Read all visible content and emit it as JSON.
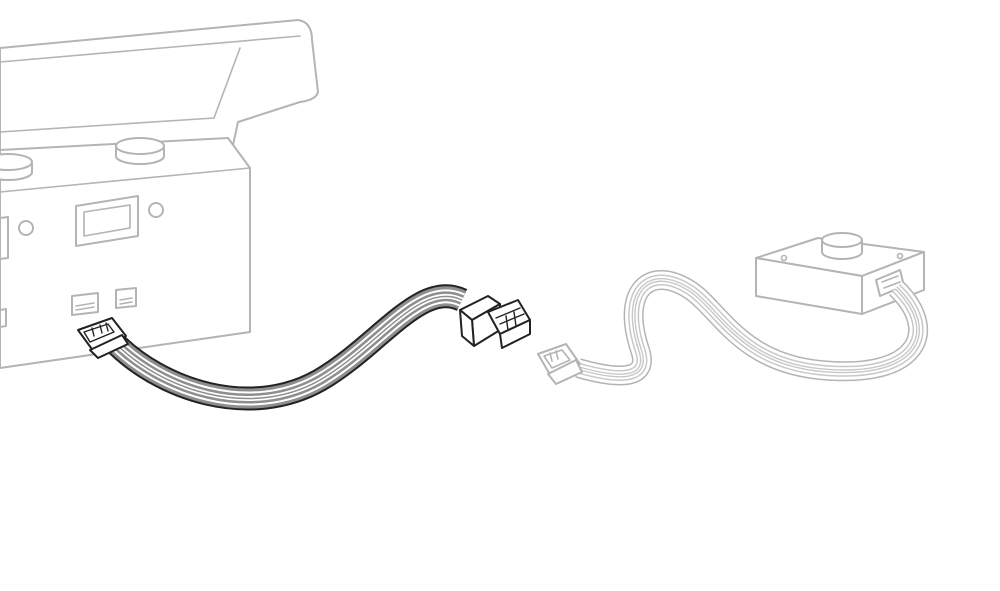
{
  "figure": {
    "description_hidden": "",
    "colors": {
      "background": "#ffffff",
      "ghost_outline": "#b4b4b4",
      "active_outline": "#222222",
      "active_cable_fill": "#8e8e8e",
      "ghost_cable_fill": "#e6e6e6"
    },
    "parts": [
      {
        "id": "device-unit",
        "state": "ghosted"
      },
      {
        "id": "extension-cable",
        "state": "highlighted"
      },
      {
        "id": "footswitch-pedal",
        "state": "ghosted"
      }
    ]
  }
}
